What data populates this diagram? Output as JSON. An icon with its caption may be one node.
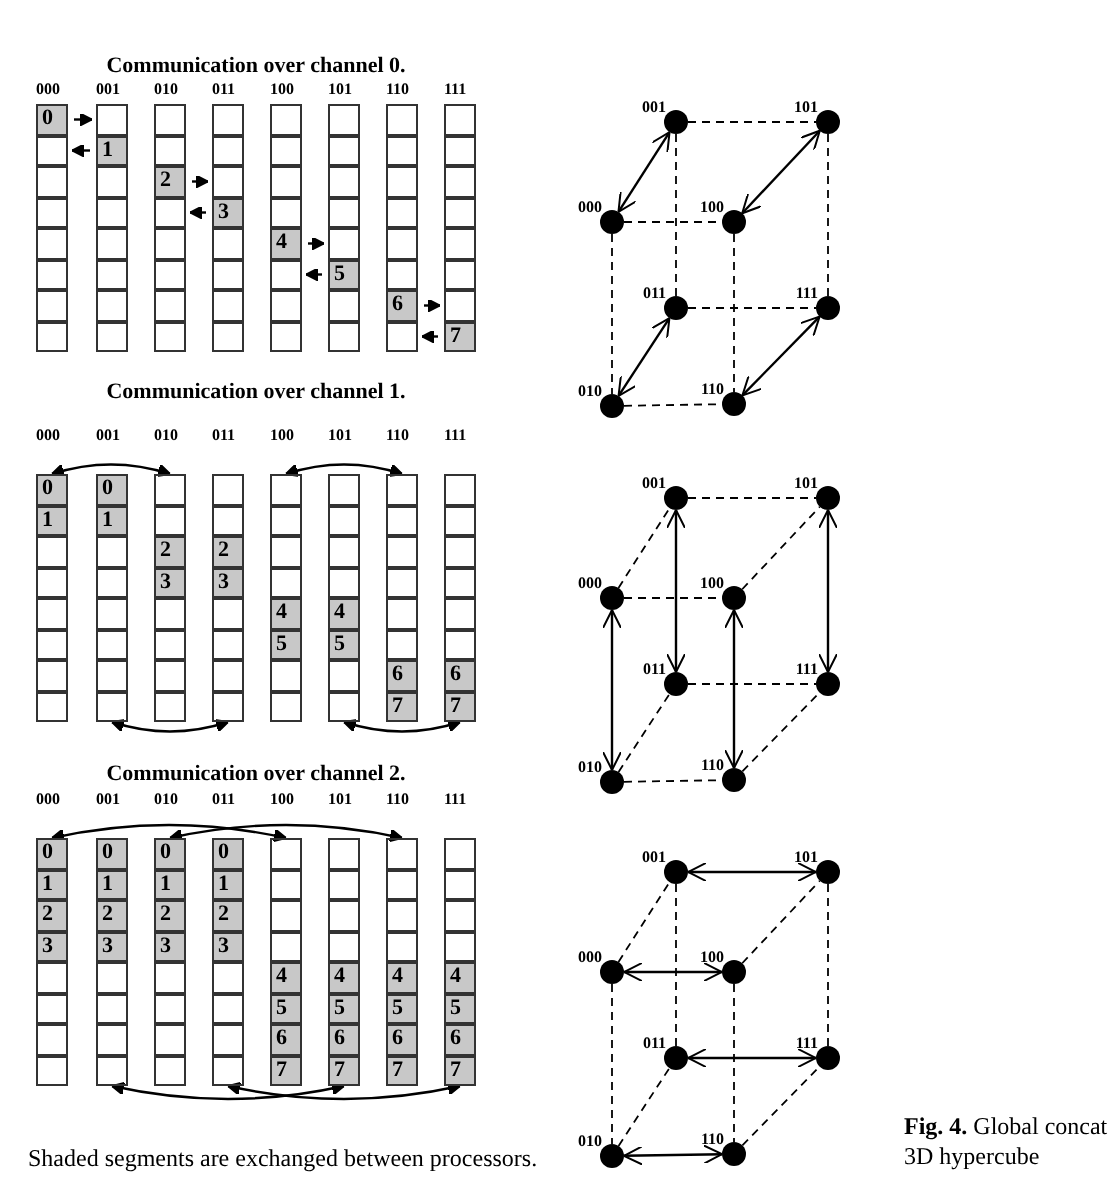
{
  "diagram": {
    "caption": "**Fig. 4.** Global concat 3D hypercube",
    "nodes": [
      {
        "text": [
          "000"
        ]
      },
      {
        "text": [
          "0"
        ],
        "in": 0
      },
      {
        "text": [],
        "shape": "box",
        "in": 0
      },
      {
        "text": [],
        "shape": "box",
        "in": 0
      },
      {
        "text": [],
        "shape": "box",
        "in": 0
      },
      {
        "text": [],
        "shape": "box",
        "in": 0
      },
      {
        "text": [],
        "shape": "box",
        "in": 0
      },
      {
        "text": [],
        "shape": "box",
        "in": 0
      },
      {
        "text": [],
        "shape": "box",
        "in": 0
      },
      {
        "text": [
          "001"
        ]
      },
      {
        "text": [],
        "shape": "box",
        "in": 9
      },
      {
        "text": [
          "1"
        ],
        "in": 9
      },
      {
        "text": [],
        "shape": "box",
        "in": 9
      },
      {
        "text": [],
        "shape": "box",
        "in": 9
      },
      {
        "text": [],
        "shape": "box",
        "in": 9
      },
      {
        "text": [],
        "shape": "box",
        "in": 9
      },
      {
        "text": [],
        "shape": "box",
        "in": 9
      },
      {
        "text": [],
        "shape": "box",
        "in": 9
      },
      {
        "text": [
          "010"
        ]
      },
      {
        "text": [],
        "shape": "box",
        "in": 18
      },
      {
        "text": [],
        "shape": "box",
        "in": 18
      },
      {
        "text": [
          "2"
        ],
        "in": 18
      },
      {
        "text": [],
        "shape": "box",
        "in": 18
      },
      {
        "text": [],
        "shape": "box",
        "in": 18
      },
      {
        "text": [],
        "shape": "box",
        "in": 18
      },
      {
        "text": [],
        "shape": "box",
        "in": 18
      },
      {
        "text": [],
        "shape": "box",
        "in": 18
      },
      {
        "text": [
          "011"
        ]
      },
      {
        "text": [],
        "shape": "box",
        "in": 27
      },
      {
        "text": [],
        "shape": "box",
        "in": 27
      },
      {
        "text": [],
        "shape": "box",
        "in": 27
      },
      {
        "text": [
          "3"
        ],
        "in": 27
      },
      {
        "text": [],
        "shape": "box",
        "in": 27
      },
      {
        "text": [],
        "shape": "box",
        "in": 27
      },
      {
        "text": [],
        "shape": "box",
        "in": 27
      },
      {
        "text": [],
        "shape": "box",
        "in": 27
      },
      {
        "text": [
          "100"
        ]
      },
      {
        "text": [],
        "shape": "box",
        "in": 36
      },
      {
        "text": [],
        "shape": "box",
        "in": 36
      },
      {
        "text": [],
        "shape": "box",
        "in": 36
      },
      {
        "text": [],
        "shape": "box",
        "in": 36
      },
      {
        "text": [
          "4"
        ],
        "in": 36
      },
      {
        "text": [],
        "shape": "box",
        "in": 36
      },
      {
        "text": [],
        "shape": "box",
        "in": 36
      },
      {
        "text": [],
        "shape": "box",
        "in": 36
      },
      {
        "text": [
          "101"
        ]
      },
      {
        "text": [],
        "shape": "box",
        "in": 45
      },
      {
        "text": [],
        "shape": "box",
        "in": 45
      },
      {
        "text": [],
        "shape": "box",
        "in": 45
      },
      {
        "text": [],
        "shape": "box",
        "in": 45
      },
      {
        "text": [],
        "shape": "box",
        "in": 45
      },
      {
        "text": [
          "5"
        ],
        "in": 45
      },
      {
        "text": [],
        "shape": "box",
        "in": 45
      },
      {
        "text": [],
        "shape": "box",
        "in": 45
      },
      {
        "text": [
          "110"
        ]
      },
      {
        "text": [],
        "shape": "box",
        "in": 54
      },
      {
        "text": [],
        "shape": "box",
        "in": 54
      },
      {
        "text": [],
        "shape": "box",
        "in": 54
      },
      {
        "text": [],
        "shape": "box",
        "in": 54
      },
      {
        "text": [],
        "shape": "box",
        "in": 54
      },
      {
        "text": [],
        "shape": "box",
        "in": 54
      },
      {
        "text": [
          "6"
        ],
        "in": 54
      },
      {
        "text": [],
        "shape": "box",
        "in": 54
      },
      {
        "text": [
          "111"
        ]
      },
      {
        "text": [],
        "shape": "box",
        "in": 63
      },
      {
        "text": [],
        "shape": "box",
        "in": 63
      },
      {
        "text": [],
        "shape": "box",
        "in": 63
      },
      {
        "text": [],
        "shape": "box",
        "in": 63
      },
      {
        "text": [],
        "shape": "box",
        "in": 63
      },
      {
        "text": [],
        "shape": "box",
        "in": 63
      },
      {
        "text": [],
        "shape": "box",
        "in": 63
      },
      {
        "text": [
          "7"
        ],
        "in": 63
      },
      {
        "text": [
          "000"
        ]
      },
      {
        "text": [
          "0"
        ],
        "in": 72
      },
      {
        "text": [
          "1"
        ],
        "in": 72
      },
      {
        "text": [],
        "shape": "box",
        "in": 72
      },
      {
        "text": [],
        "shape": "box",
        "in": 72
      },
      {
        "text": [],
        "shape": "box",
        "in": 72
      },
      {
        "text": [],
        "shape": "box",
        "in": 72
      },
      {
        "text": [],
        "shape": "box",
        "in": 72
      },
      {
        "text": [],
        "shape": "box",
        "in": 72
      },
      {
        "text": [
          "001"
        ]
      },
      {
        "text": [
          "0"
        ],
        "in": 81
      },
      {
        "text": [
          "1"
        ],
        "in": 81
      },
      {
        "text": [],
        "shape": "box",
        "in": 81
      },
      {
        "text": [],
        "shape": "box",
        "in": 81
      },
      {
        "text": [],
        "shape": "box",
        "in": 81
      },
      {
        "text": [],
        "shape": "box",
        "in": 81
      },
      {
        "text": [],
        "shape": "box",
        "in": 81
      },
      {
        "text": [],
        "shape": "box",
        "in": 81
      },
      {
        "text": [
          "010"
        ]
      },
      {
        "text": [],
        "shape": "box",
        "in": 90
      },
      {
        "text": [],
        "shape": "box",
        "in": 90
      },
      {
        "text": [
          "2"
        ],
        "in": 90
      },
      {
        "text": [
          "3"
        ],
        "in": 90
      },
      {
        "text": [],
        "shape": "box",
        "in": 90
      },
      {
        "text": [],
        "shape": "box",
        "in": 90
      },
      {
        "text": [],
        "shape": "box",
        "in": 90
      },
      {
        "text": [],
        "shape": "box",
        "in": 90
      },
      {
        "text": [
          "011"
        ]
      },
      {
        "text": [],
        "shape": "box",
        "in": 99
      },
      {
        "text": [],
        "shape": "box",
        "in": 99
      },
      {
        "text": [
          "2"
        ],
        "in": 99
      },
      {
        "text": [
          "3"
        ],
        "in": 99
      },
      {
        "text": [],
        "shape": "box",
        "in": 99
      },
      {
        "text": [],
        "shape": "box",
        "in": 99
      },
      {
        "text": [],
        "shape": "box",
        "in": 99
      },
      {
        "text": [],
        "shape": "box",
        "in": 99
      },
      {
        "text": [
          "100"
        ]
      },
      {
        "text": [],
        "shape": "box",
        "in": 108
      },
      {
        "text": [],
        "shape": "box",
        "in": 108
      },
      {
        "text": [],
        "shape": "box",
        "in": 108
      },
      {
        "text": [],
        "shape": "box",
        "in": 108
      },
      {
        "text": [
          "4"
        ],
        "in": 108
      },
      {
        "text": [
          "5"
        ],
        "in": 108
      },
      {
        "text": [],
        "shape": "box",
        "in": 108
      },
      {
        "text": [],
        "shape": "box",
        "in": 108
      },
      {
        "text": [
          "101"
        ]
      },
      {
        "text": [],
        "shape": "box",
        "in": 117
      },
      {
        "text": [],
        "shape": "box",
        "in": 117
      },
      {
        "text": [],
        "shape": "box",
        "in": 117
      },
      {
        "text": [],
        "shape": "box",
        "in": 117
      },
      {
        "text": [
          "4"
        ],
        "in": 117
      },
      {
        "text": [
          "5"
        ],
        "in": 117
      },
      {
        "text": [],
        "shape": "box",
        "in": 117
      },
      {
        "text": [],
        "shape": "box",
        "in": 117
      },
      {
        "text": [
          "110"
        ]
      },
      {
        "text": [],
        "shape": "box",
        "in": 126
      },
      {
        "text": [],
        "shape": "box",
        "in": 126
      },
      {
        "text": [],
        "shape": "box",
        "in": 126
      },
      {
        "text": [],
        "shape": "box",
        "in": 126
      },
      {
        "text": [],
        "shape": "box",
        "in": 126
      },
      {
        "text": [],
        "shape": "box",
        "in": 126
      },
      {
        "text": [
          "6"
        ],
        "in": 126
      },
      {
        "text": [
          "7"
        ],
        "in": 126
      },
      {
        "text": [
          "111"
        ]
      },
      {
        "text": [],
        "shape": "box",
        "in": 135
      },
      {
        "text": [],
        "shape": "box",
        "in": 135
      },
      {
        "text": [],
        "shape": "box",
        "in": 135
      },
      {
        "text": [],
        "shape": "box",
        "in": 135
      },
      {
        "text": [],
        "shape": "box",
        "in": 135
      },
      {
        "text": [],
        "shape": "box",
        "in": 135
      },
      {
        "text": [
          "6"
        ],
        "in": 135
      },
      {
        "text": [
          "7"
        ],
        "in": 135
      },
      {
        "text": [
          "000"
        ]
      },
      {
        "text": [
          "0"
        ],
        "in": 144
      },
      {
        "text": [
          "1"
        ],
        "in": 144
      },
      {
        "text": [
          "2"
        ],
        "in": 144
      },
      {
        "text": [
          "3"
        ],
        "in": 144
      },
      {
        "text": [],
        "shape": "box",
        "in": 144
      },
      {
        "text": [],
        "shape": "box",
        "in": 144
      },
      {
        "text": [],
        "shape": "box",
        "in": 144
      },
      {
        "text": [],
        "shape": "box",
        "in": 144
      },
      {
        "text": [
          "001"
        ]
      },
      {
        "text": [
          "0"
        ],
        "in": 153
      },
      {
        "text": [
          "1"
        ],
        "in": 153
      },
      {
        "text": [
          "2"
        ],
        "in": 153
      },
      {
        "text": [
          "3"
        ],
        "in": 153
      },
      {
        "text": [],
        "shape": "box",
        "in": 153
      },
      {
        "text": [],
        "shape": "box",
        "in": 153
      },
      {
        "text": [],
        "shape": "box",
        "in": 153
      },
      {
        "text": [],
        "shape": "box",
        "in": 153
      },
      {
        "text": [
          "010"
        ]
      },
      {
        "text": [
          "0"
        ],
        "in": 162
      },
      {
        "text": [
          "1"
        ],
        "in": 162
      },
      {
        "text": [
          "2"
        ],
        "in": 162
      },
      {
        "text": [
          "3"
        ],
        "in": 162
      },
      {
        "text": [],
        "shape": "box",
        "in": 162
      },
      {
        "text": [],
        "shape": "box",
        "in": 162
      },
      {
        "text": [],
        "shape": "box",
        "in": 162
      },
      {
        "text": [],
        "shape": "box",
        "in": 162
      },
      {
        "text": [
          "011"
        ]
      },
      {
        "text": [
          "0"
        ],
        "in": 171
      },
      {
        "text": [
          "1"
        ],
        "in": 171
      },
      {
        "text": [
          "2"
        ],
        "in": 171
      },
      {
        "text": [
          "3"
        ],
        "in": 171
      },
      {
        "text": [],
        "shape": "box",
        "in": 171
      },
      {
        "text": [],
        "shape": "box",
        "in": 171
      },
      {
        "text": [],
        "shape": "box",
        "in": 171
      },
      {
        "text": [],
        "shape": "box",
        "in": 171
      },
      {
        "text": [
          "100"
        ]
      },
      {
        "text": [],
        "shape": "box",
        "in": 180
      },
      {
        "text": [],
        "shape": "box",
        "in": 180
      },
      {
        "text": [],
        "shape": "box",
        "in": 180
      },
      {
        "text": [],
        "shape": "box",
        "in": 180
      },
      {
        "text": [
          "4"
        ],
        "in": 180
      },
      {
        "text": [
          "5"
        ],
        "in": 180
      },
      {
        "text": [
          "6"
        ],
        "in": 180
      },
      {
        "text": [
          "7"
        ],
        "in": 180
      },
      {
        "text": [
          "101"
        ]
      },
      {
        "text": [],
        "shape": "box",
        "in": 189
      },
      {
        "text": [],
        "shape": "box",
        "in": 189
      },
      {
        "text": [],
        "shape": "box",
        "in": 189
      },
      {
        "text": [],
        "shape": "box",
        "in": 189
      },
      {
        "text": [
          "4"
        ],
        "in": 189
      },
      {
        "text": [
          "5"
        ],
        "in": 189
      },
      {
        "text": [
          "6"
        ],
        "in": 189
      },
      {
        "text": [
          "7"
        ],
        "in": 189
      },
      {
        "text": [
          "110"
        ]
      },
      {
        "text": [],
        "shape": "box",
        "in": 198
      },
      {
        "text": [],
        "shape": "box",
        "in": 198
      },
      {
        "text": [],
        "shape": "box",
        "in": 198
      },
      {
        "text": [],
        "shape": "box",
        "in": 198
      },
      {
        "text": [
          "4"
        ],
        "in": 198
      },
      {
        "text": [
          "5"
        ],
        "in": 198
      },
      {
        "text": [
          "6"
        ],
        "in": 198
      },
      {
        "text": [
          "7"
        ],
        "in": 198
      },
      {
        "text": [
          "111"
        ]
      },
      {
        "text": [],
        "shape": "box",
        "in": 207
      },
      {
        "text": [],
        "shape": "box",
        "in": 207
      },
      {
        "text": [],
        "shape": "box",
        "in": 207
      },
      {
        "text": [],
        "shape": "box",
        "in": 207
      },
      {
        "text": [
          "4"
        ],
        "in": 207
      },
      {
        "text": [
          "5"
        ],
        "in": 207
      },
      {
        "text": [
          "6"
        ],
        "in": 207
      },
      {
        "text": [
          "7"
        ],
        "in": 207
      },
      {
        "text": [
          "001"
        ]
      },
      {
        "text": [
          "101"
        ]
      },
      {
        "text": [
          "000"
        ]
      },
      {
        "text": [
          "100"
        ]
      },
      {
        "text": [
          "011"
        ]
      },
      {
        "text": [
          "111"
        ]
      },
      {
        "text": [
          "010"
        ]
      },
      {
        "text": [
          "110"
        ]
      },
      {
        "text": [
          "001"
        ]
      },
      {
        "text": [
          "101"
        ]
      },
      {
        "text": [
          "000"
        ]
      },
      {
        "text": [
          "100"
        ]
      },
      {
        "text": [
          "011"
        ]
      },
      {
        "text": [
          "111"
        ]
      },
      {
        "text": [
          "010"
        ]
      },
      {
        "text": [
          "110"
        ]
      },
      {
        "text": [
          "001"
        ]
      },
      {
        "text": [
          "101"
        ]
      },
      {
        "text": [
          "000"
        ]
      },
      {
        "text": [
          "100"
        ]
      },
      {
        "text": [
          "011"
        ]
      },
      {
        "text": [
          "111"
        ]
      },
      {
        "text": [
          "010"
        ]
      },
      {
        "text": [
          "110"
        ]
      }
    ],
    "edges": [
      {
        "from": 1,
        "to": 10,
        "arrow": "to"
      },
      {
        "from": 11,
        "to": 2,
        "arrow": "to"
      },
      {
        "from": 21,
        "to": 30,
        "arrow": "to"
      },
      {
        "from": 31,
        "to": 22,
        "arrow": "to"
      },
      {
        "from": 41,
        "to": 50,
        "arrow": "to"
      },
      {
        "from": 51,
        "to": 42,
        "arrow": "to"
      },
      {
        "from": 61,
        "to": 70,
        "arrow": "to"
      },
      {
        "from": 71,
        "to": 62,
        "arrow": "to"
      },
      {
        "from": 72,
        "to": 90,
        "arrow": "both"
      },
      {
        "from": 108,
        "to": 126,
        "arrow": "both"
      },
      {
        "from": 81,
        "to": 99,
        "arrow": "both"
      },
      {
        "from": 117,
        "to": 135,
        "arrow": "both"
      },
      {
        "from": 144,
        "to": 180,
        "arrow": "both"
      },
      {
        "from": 162,
        "to": 198,
        "arrow": "both"
      },
      {
        "from": 153,
        "to": 189,
        "arrow": "both"
      },
      {
        "from": 171,
        "to": 207,
        "arrow": "both"
      },
      {
        "from": 216,
        "to": 217,
        "arrow": "none",
        "style": "dashed"
      },
      {
        "from": 218,
        "to": 219,
        "arrow": "none",
        "style": "dashed"
      },
      {
        "from": 220,
        "to": 221,
        "arrow": "none",
        "style": "dashed"
      },
      {
        "from": 222,
        "to": 223,
        "arrow": "none",
        "style": "dashed"
      },
      {
        "from": 218,
        "to": 216,
        "arrow": "both"
      },
      {
        "from": 219,
        "to": 217,
        "arrow": "both"
      },
      {
        "from": 222,
        "to": 220,
        "arrow": "both"
      },
      {
        "from": 223,
        "to": 221,
        "arrow": "both"
      },
      {
        "from": 218,
        "to": 222,
        "arrow": "none",
        "style": "dashed"
      },
      {
        "from": 216,
        "to": 220,
        "arrow": "none",
        "style": "dashed"
      },
      {
        "from": 219,
        "to": 223,
        "arrow": "none",
        "style": "dashed"
      },
      {
        "from": 217,
        "to": 221,
        "arrow": "none",
        "style": "dashed"
      },
      {
        "from": 224,
        "to": 225,
        "arrow": "none",
        "style": "dashed"
      },
      {
        "from": 226,
        "to": 227,
        "arrow": "none",
        "style": "dashed"
      },
      {
        "from": 228,
        "to": 229,
        "arrow": "none",
        "style": "dashed"
      },
      {
        "from": 230,
        "to": 231,
        "arrow": "none",
        "style": "dashed"
      },
      {
        "from": 226,
        "to": 224,
        "arrow": "none",
        "style": "dashed"
      },
      {
        "from": 227,
        "to": 225,
        "arrow": "none",
        "style": "dashed"
      },
      {
        "from": 230,
        "to": 228,
        "arrow": "none",
        "style": "dashed"
      },
      {
        "from": 231,
        "to": 229,
        "arrow": "none",
        "style": "dashed"
      },
      {
        "from": 226,
        "to": 230,
        "arrow": "both"
      },
      {
        "from": 224,
        "to": 228,
        "arrow": "both"
      },
      {
        "from": 227,
        "to": 231,
        "arrow": "both"
      },
      {
        "from": 225,
        "to": 229,
        "arrow": "both"
      },
      {
        "from": 232,
        "to": 233,
        "arrow": "both"
      },
      {
        "from": 234,
        "to": 235,
        "arrow": "both"
      },
      {
        "from": 236,
        "to": 237,
        "arrow": "both"
      },
      {
        "from": 238,
        "to": 239,
        "arrow": "both"
      },
      {
        "from": 234,
        "to": 232,
        "arrow": "none",
        "style": "dashed"
      },
      {
        "from": 235,
        "to": 233,
        "arrow": "none",
        "style": "dashed"
      },
      {
        "from": 238,
        "to": 236,
        "arrow": "none",
        "style": "dashed"
      },
      {
        "from": 239,
        "to": 237,
        "arrow": "none",
        "style": "dashed"
      },
      {
        "from": 234,
        "to": 238,
        "arrow": "none",
        "style": "dashed"
      },
      {
        "from": 232,
        "to": 236,
        "arrow": "none",
        "style": "dashed"
      },
      {
        "from": 235,
        "to": 239,
        "arrow": "none",
        "style": "dashed"
      },
      {
        "from": 233,
        "to": 237,
        "arrow": "none",
        "style": "dashed"
      }
    ],
    "labels": [
      "Communication over channel 0.",
      "Communication over channel 1.",
      "Communication over channel 2.",
      "Shaded segments are exchanged between processors."
    ]
  }
}
